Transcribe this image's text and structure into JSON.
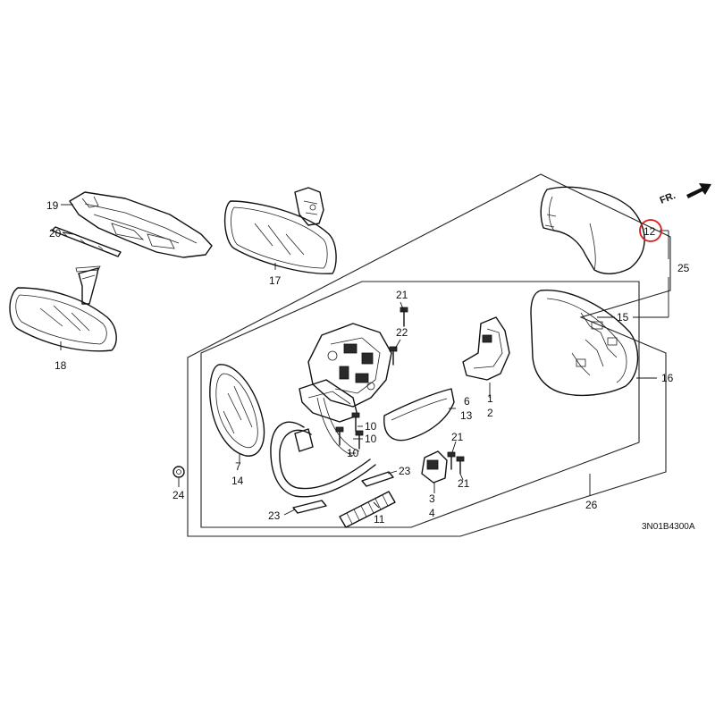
{
  "diagram": {
    "code": "3N01B4300A",
    "direction_label": "FR.",
    "highlight_color": "#d81b1b",
    "callouts": {
      "c1": "1",
      "c2": "2",
      "c3": "3",
      "c4": "4",
      "c6": "6",
      "c7": "7",
      "c10a": "10",
      "c10b": "10",
      "c10c": "10",
      "c11": "11",
      "c12": "12",
      "c13": "13",
      "c14": "14",
      "c15": "15",
      "c16": "16",
      "c17": "17",
      "c18": "18",
      "c19": "19",
      "c20": "20",
      "c21a": "21",
      "c21b": "21",
      "c21c": "21",
      "c22": "22",
      "c23a": "23",
      "c23b": "23",
      "c24": "24",
      "c25": "25",
      "c26": "26"
    }
  }
}
